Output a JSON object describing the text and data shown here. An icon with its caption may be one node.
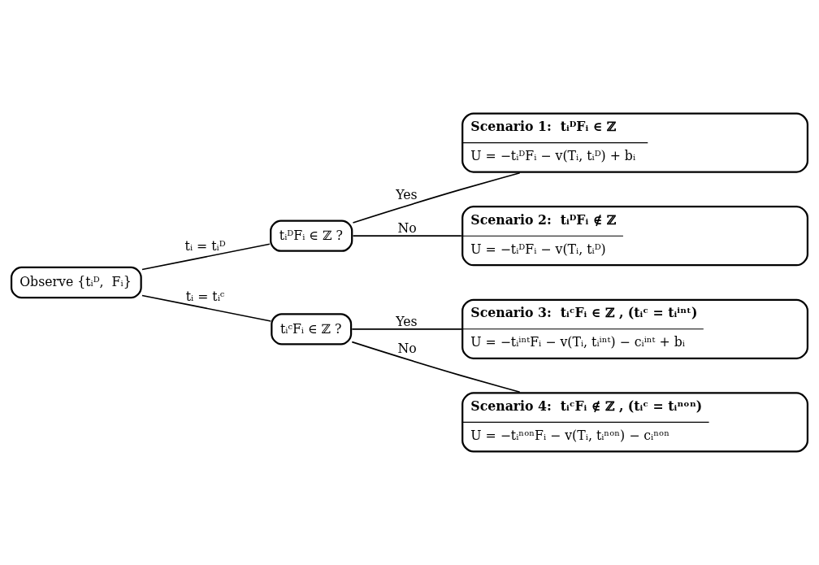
{
  "diagram": {
    "nodes": [
      {
        "text": [
          "Observe {tᵢᴰ,  Fᵢ}"
        ]
      },
      {
        "text": [
          "tᵢᴰFᵢ ∈ ℤ ?"
        ]
      },
      {
        "text": [
          "tᵢᶜFᵢ ∈ ℤ ?"
        ]
      },
      {
        "text": [
          "Scenario 1:  tᵢᴰFᵢ ∈ ℤ",
          "U = −tᵢᴰFᵢ − v(Tᵢ, tᵢᴰ) + bᵢ"
        ]
      },
      {
        "text": [
          "Scenario 2:  tᵢᴰFᵢ ∉ ℤ",
          "U = −tᵢᴰFᵢ − v(Tᵢ, tᵢᴰ)"
        ]
      },
      {
        "text": [
          "Scenario 3:  tᵢᶜFᵢ ∈ ℤ , (tᵢᶜ = tᵢⁱⁿᵗ)",
          "U = −tᵢⁱⁿᵗFᵢ − v(Tᵢ, tᵢⁱⁿᵗ) − cᵢⁱⁿᵗ + bᵢ"
        ]
      },
      {
        "text": [
          "Scenario 4:  tᵢᶜFᵢ ∉ ℤ , (tᵢᶜ = tᵢⁿᵒⁿ)",
          "U = −tᵢⁿᵒⁿFᵢ − v(Tᵢ, tᵢⁿᵒⁿ) − cᵢⁿᵒⁿ"
        ]
      }
    ],
    "edges": [
      {
        "from": 0,
        "to": 1,
        "arrow": "none",
        "label": "tᵢ = tᵢᴰ"
      },
      {
        "from": 0,
        "to": 2,
        "arrow": "none",
        "label": "tᵢ = tᵢᶜ"
      },
      {
        "from": 1,
        "to": 3,
        "arrow": "none",
        "label": "Yes"
      },
      {
        "from": 1,
        "to": 4,
        "arrow": "none",
        "label": "No"
      },
      {
        "from": 2,
        "to": 5,
        "arrow": "none",
        "label": "Yes"
      },
      {
        "from": 2,
        "to": 6,
        "arrow": "none",
        "label": "No"
      }
    ]
  }
}
